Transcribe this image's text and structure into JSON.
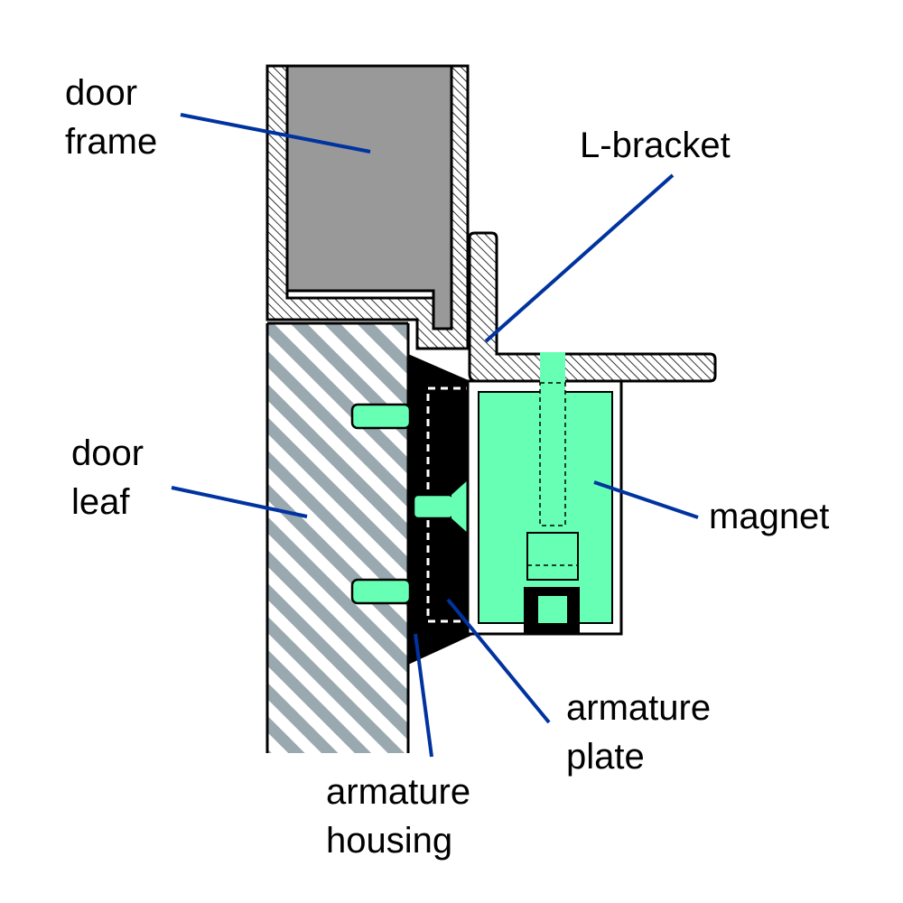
{
  "labels": {
    "door_frame": [
      "door",
      "frame"
    ],
    "l_bracket": "L-bracket",
    "door_leaf": [
      "door",
      "leaf"
    ],
    "magnet": "magnet",
    "armature_plate": [
      "armature",
      "plate"
    ],
    "armature_housing": [
      "armature",
      "housing"
    ]
  },
  "colors": {
    "frame_fill": "#999999",
    "leaf_hatch": "#9aa9b0",
    "magnet_fill": "#66ffb3",
    "housing_fill": "#000000",
    "leader_line": "#0033a0",
    "outline": "#000000"
  }
}
